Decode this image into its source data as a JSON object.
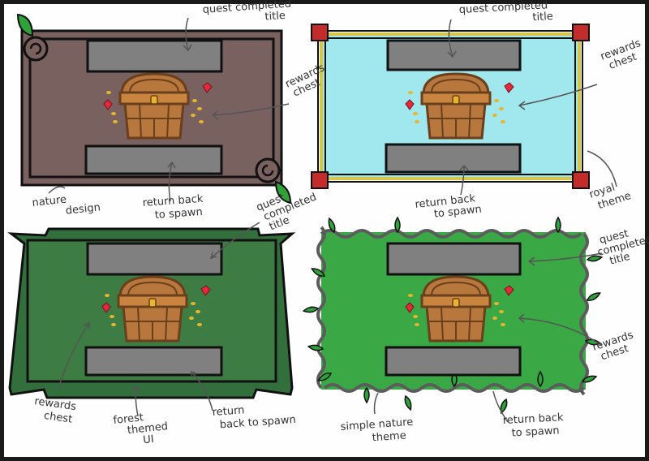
{
  "colors": {
    "paper": "#fefefe",
    "nature_bg": "#78615e",
    "royal_bg": "#a0e8ee",
    "royal_gold": "#d8c64a",
    "royal_corner": "#c42c2c",
    "forest_outer": "#336e3d",
    "forest_inner": "#3d7c43",
    "simple_bg": "#39a845",
    "leaf": "#2fa33a",
    "vine": "#5c5c5c",
    "slot": "#808080",
    "chest_wood": "#b8773d",
    "chest_dark": "#6a3f1c",
    "gem_red": "#e42a3a",
    "coin_gold": "#e6b62e"
  },
  "icons": [
    "rewards-chest-icon",
    "ruby-icon",
    "coin-icon",
    "leaf-icon",
    "swirl-icon"
  ],
  "panels": [
    {
      "id": "nature",
      "labels": {
        "title": [
          "quest completed",
          "title"
        ],
        "chest": [
          "rewards",
          "chest"
        ],
        "return": [
          "return back",
          "to spawn"
        ],
        "theme": [
          "nature",
          "design"
        ]
      }
    },
    {
      "id": "royal",
      "labels": {
        "title": [
          "quest completed",
          "title"
        ],
        "chest": [
          "rewards",
          "chest"
        ],
        "return": [
          "return back",
          "to spawn"
        ],
        "theme": [
          "royal",
          "theme"
        ]
      }
    },
    {
      "id": "forest",
      "labels": {
        "title": [
          "quest",
          "completed",
          "title"
        ],
        "chest": [
          "rewards",
          "chest"
        ],
        "return": [
          "return",
          "back to spawn"
        ],
        "theme": [
          "forest",
          "themed",
          "UI"
        ]
      }
    },
    {
      "id": "simple",
      "labels": {
        "title": [
          "quest",
          "completed",
          "title"
        ],
        "chest": [
          "rewards",
          "chest"
        ],
        "return": [
          "return back",
          "to spawn"
        ],
        "theme": [
          "simple nature",
          "theme"
        ]
      }
    }
  ]
}
